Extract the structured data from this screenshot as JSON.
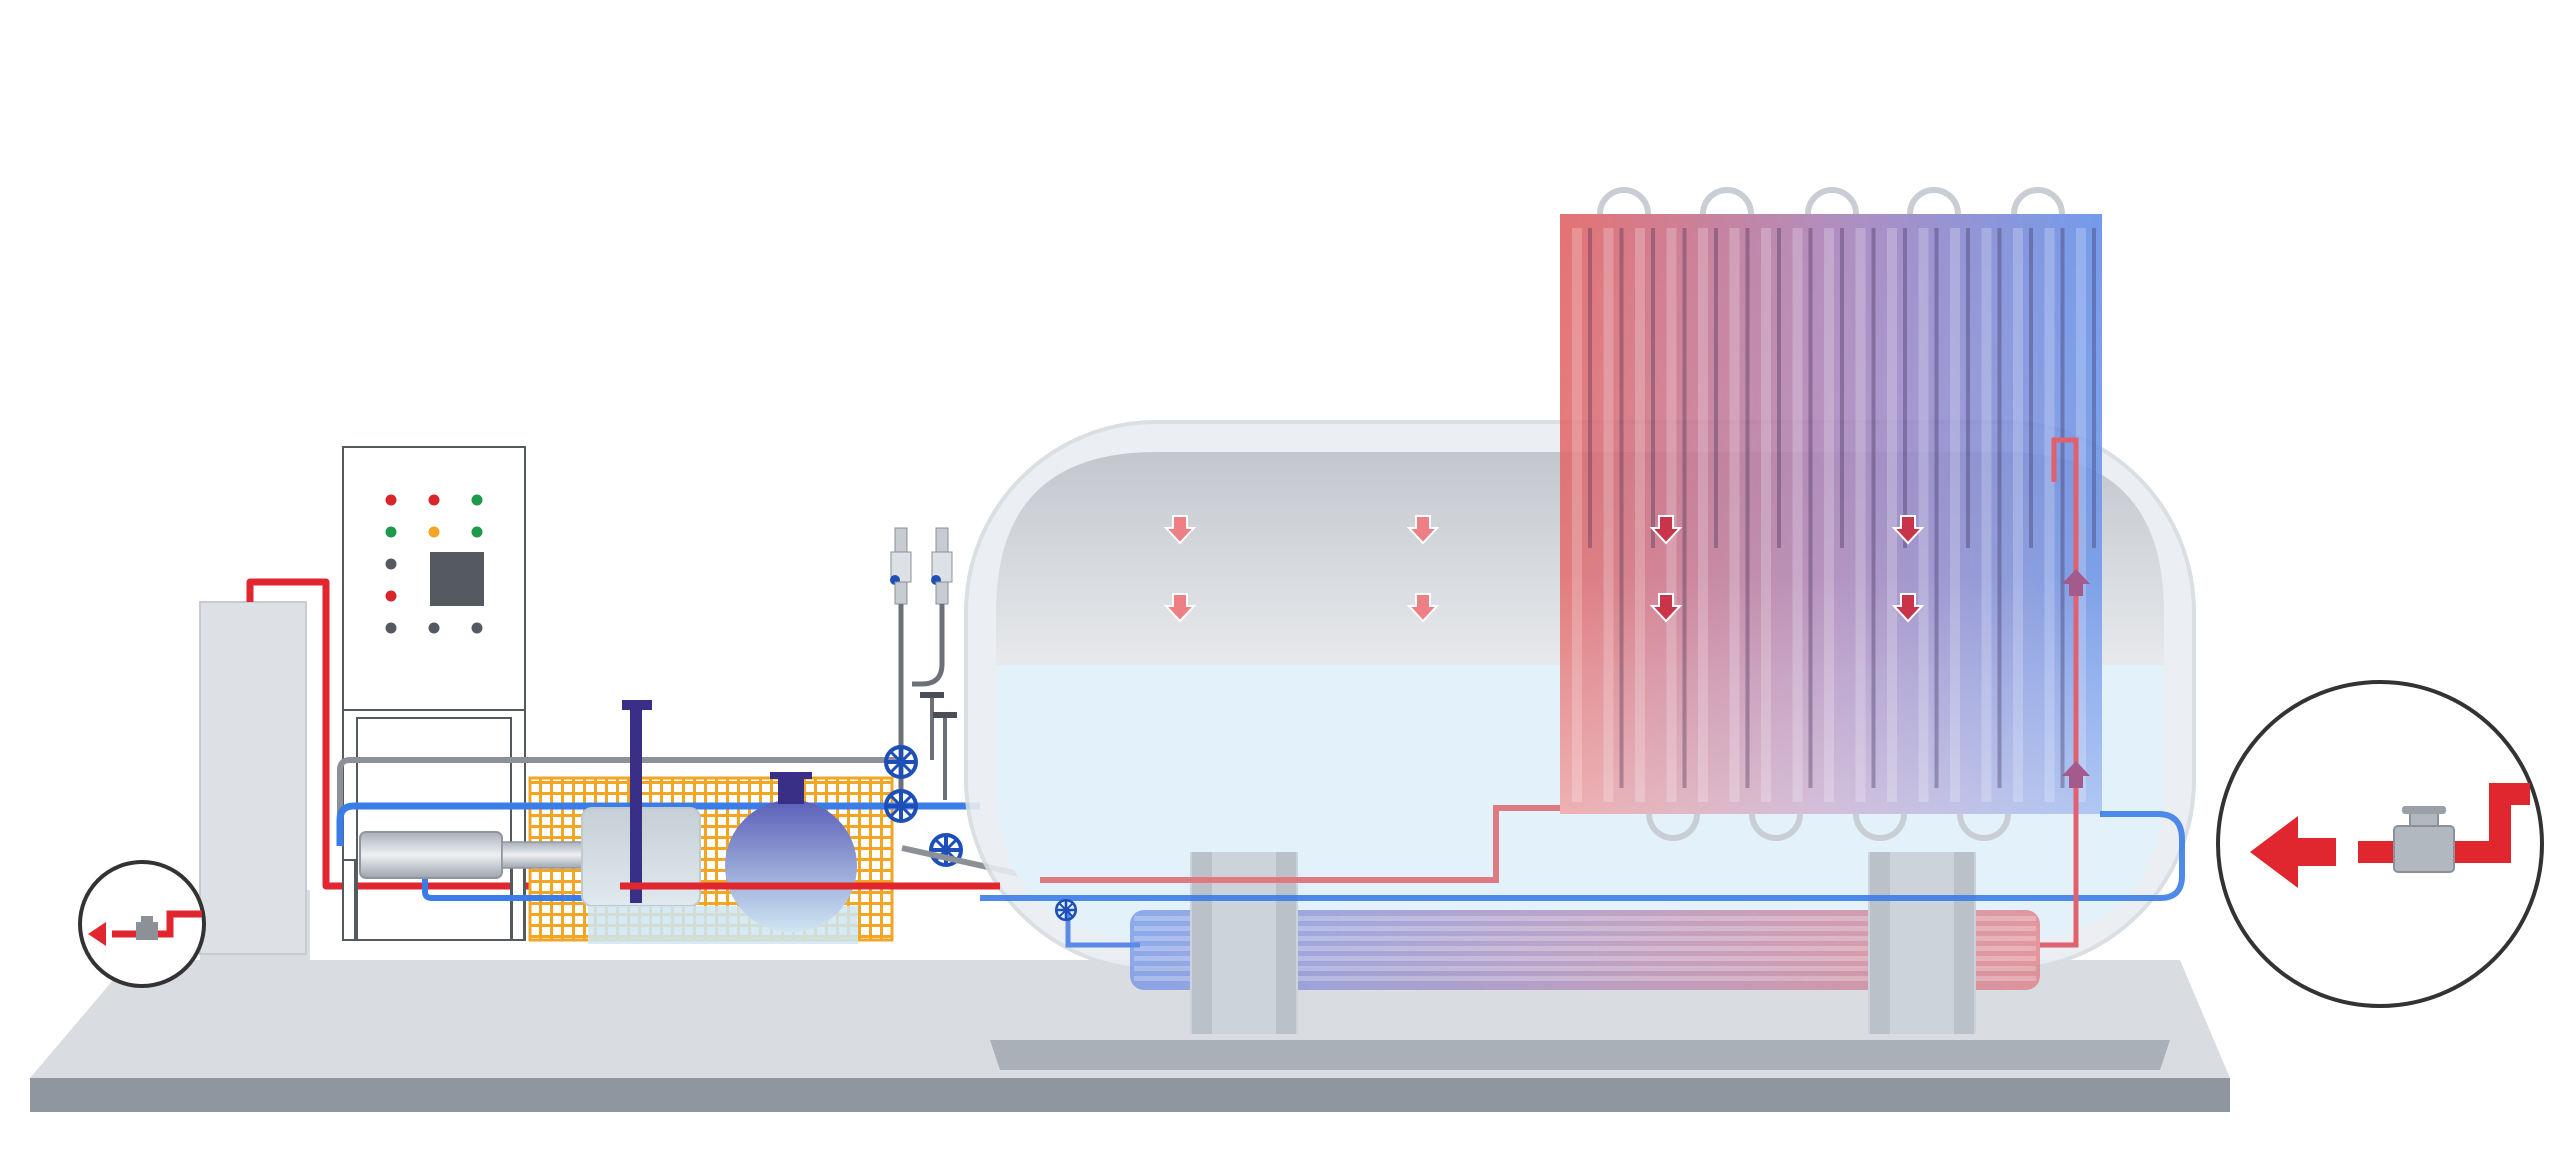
{
  "diagram": {
    "colors": {
      "background": "#ffffff",
      "base_platform": "#d9dde2",
      "base_edge": "#8f96a0",
      "hot_pipe": "#e0262e",
      "cold_pipe": "#3b7de8",
      "gray_pipe": "#8c9097",
      "mesh": "#f2a623",
      "tank_shell": "#e9edf1",
      "liquid": "#e3f2fa",
      "valve_handle": "#1e4fb8",
      "pump_column": "#3a2f86",
      "panel_light_red": "#d9262b",
      "panel_light_green": "#1f9a4c",
      "panel_light_amber": "#f2a623",
      "panel_light_gray": "#555a61"
    },
    "icons": {
      "flow_arrow": "down-arrow-icon",
      "rise_arrow": "up-arrow-icon",
      "outlet_arrow": "left-arrow-icon",
      "valve": "handwheel-valve-icon",
      "gauge": "pressure-gauge-icon",
      "safety_valve": "safety-valve-icon"
    },
    "control_panel_lights": [
      [
        "red",
        "red",
        "green"
      ],
      [
        "green",
        "amber",
        "green"
      ],
      [
        "gray"
      ],
      [
        "red"
      ],
      [
        "gray",
        "gray",
        "gray"
      ]
    ]
  }
}
